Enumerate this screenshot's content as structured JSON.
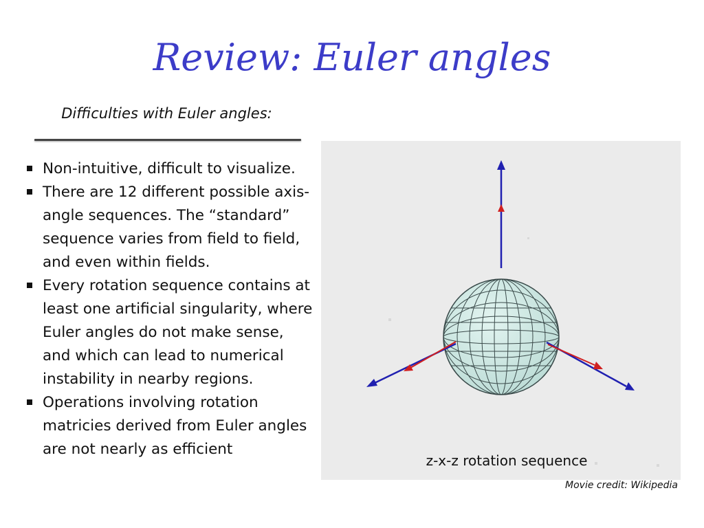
{
  "slide": {
    "title": "Review: Euler angles",
    "subtitle": "Difficulties with Euler angles:",
    "bullets": [
      "Non-intuitive, difficult to visualize.",
      "There are 12 different possible axis-angle sequences.  The “standard” sequence varies from field to field, and even within fields.",
      "Every rotation sequence contains at least one artificial singularity, where Euler angles do not make sense, and which can lead to numerical instability in nearby regions.",
      "Operations involving rotation matricies derived from Euler angles are not nearly as efficient"
    ],
    "figure_caption": "z-x-z rotation sequence",
    "credit": "Movie credit: Wikipedia"
  },
  "colors": {
    "title": "#3c3cc8",
    "axis_blue": "#2020b0",
    "axis_red": "#d02020",
    "sphere_fill": "#c9e6e0",
    "sphere_stroke": "#3a4a4a",
    "figure_bg": "#ebebeb"
  },
  "icons": {
    "bullet": "square-bullet-icon"
  }
}
